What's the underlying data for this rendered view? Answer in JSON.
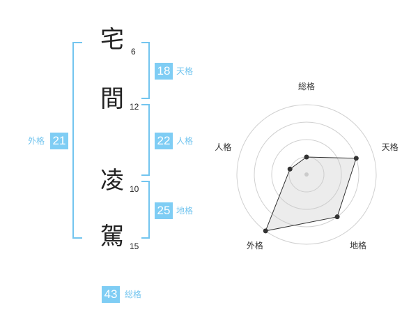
{
  "characters": [
    {
      "char": "宅",
      "strokes": "6"
    },
    {
      "char": "間",
      "strokes": "12"
    },
    {
      "char": "凌",
      "strokes": "10"
    },
    {
      "char": "駕",
      "strokes": "15"
    }
  ],
  "scores": {
    "tenkaku": {
      "value": "18",
      "label": "天格"
    },
    "jinkaku": {
      "value": "22",
      "label": "人格"
    },
    "chikaku": {
      "value": "25",
      "label": "地格"
    },
    "gaikaku": {
      "value": "21",
      "label": "外格"
    },
    "soukaku": {
      "value": "43",
      "label": "総格"
    }
  },
  "colors": {
    "accent": "#7fcdf4",
    "bracket": "#73c5ef"
  },
  "chart_data": {
    "type": "radar",
    "axes": [
      "総格",
      "天格",
      "地格",
      "外格",
      "人格"
    ],
    "max": 4,
    "rings": 4,
    "values": [
      1,
      3,
      3,
      4,
      1
    ]
  }
}
